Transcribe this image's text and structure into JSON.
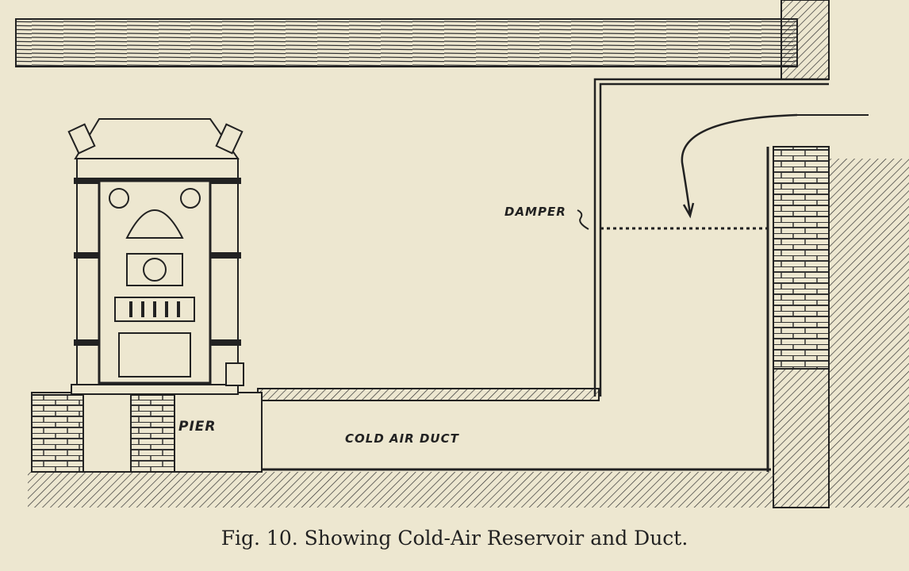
{
  "figure": {
    "labels": {
      "damper": "DAMPER",
      "pier": "PIER",
      "cold_air_duct": "COLD AIR DUCT"
    },
    "caption": "Fig. 10.  Showing Cold-Air Reservoir and Duct."
  },
  "colors": {
    "paper": "#ede7d0",
    "ink": "#222222"
  }
}
